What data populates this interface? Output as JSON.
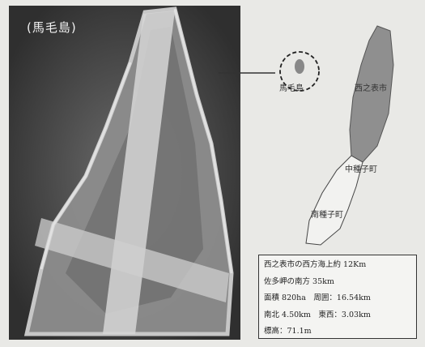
{
  "photo": {
    "label": "(馬毛島)"
  },
  "map": {
    "island_label": "馬毛島",
    "places": [
      "西之表市",
      "中種子町",
      "南種子町"
    ]
  },
  "info": {
    "lines": [
      "西之表市の西方海上約 12Km",
      "佐多岬の南方 35km",
      "面積 820ha　周囲：16.54km",
      "南北 4.50km　東西：3.03km",
      "標高：71.1m"
    ]
  },
  "colors": {
    "photo_bg": "#3d3d3d",
    "island_fill": "#888888",
    "page_bg": "#e9e9e6"
  }
}
